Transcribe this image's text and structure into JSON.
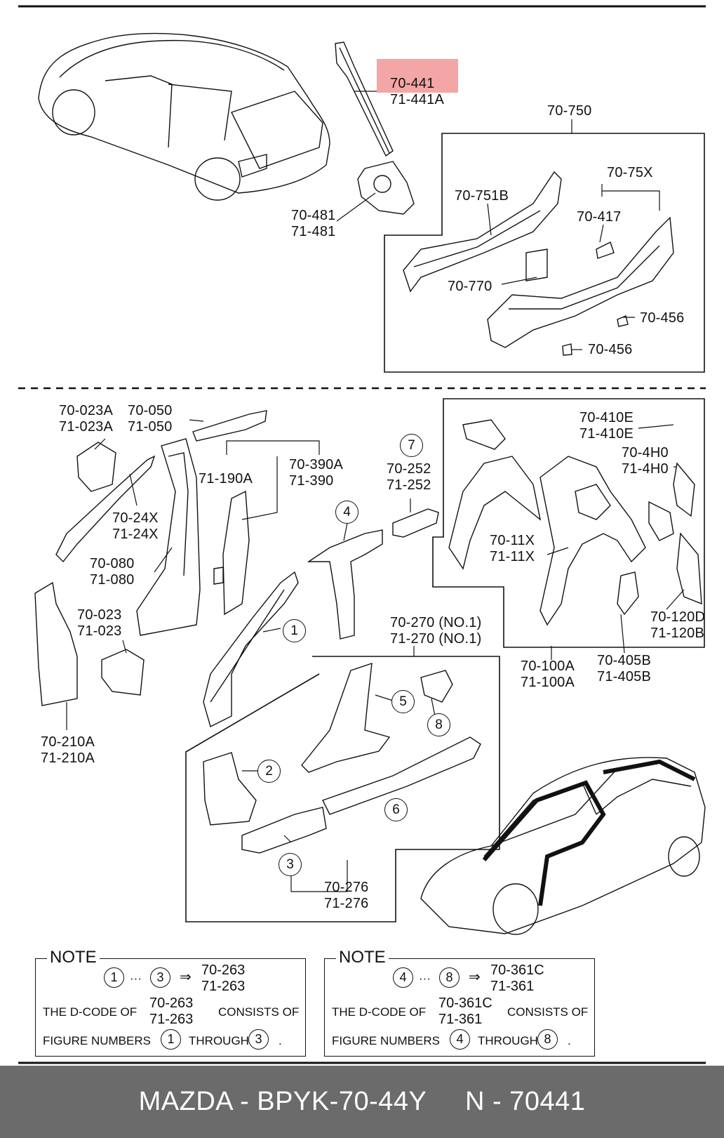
{
  "colors": {
    "highlight": "#f4a5a5",
    "footer_bg": "#6b6b6b",
    "footer_text": "#ffffff",
    "line": "#111111"
  },
  "labels": {
    "p70_441": [
      "70-441",
      "71-441A"
    ],
    "p70_750": [
      "70-750"
    ],
    "p70_481": [
      "70-481",
      "71-481"
    ],
    "p70_751b": [
      "70-751B"
    ],
    "p70_75x": [
      "70-75X"
    ],
    "p70_417": [
      "70-417"
    ],
    "p70_770": [
      "70-770"
    ],
    "p70_456a": [
      "70-456"
    ],
    "p70_456b": [
      "70-456"
    ],
    "p70_023a": [
      "70-023A",
      "71-023A"
    ],
    "p70_050": [
      "70-050",
      "71-050"
    ],
    "p71_190a": [
      "71-190A"
    ],
    "p70_390a": [
      "70-390A",
      "71-390"
    ],
    "p70_24x": [
      "70-24X",
      "71-24X"
    ],
    "p70_080": [
      "70-080",
      "71-080"
    ],
    "p70_023": [
      "70-023",
      "71-023"
    ],
    "p70_210a": [
      "70-210A",
      "71-210A"
    ],
    "p70_252": [
      "70-252",
      "71-252"
    ],
    "p70_410e": [
      "70-410E",
      "71-410E"
    ],
    "p70_4h0": [
      "70-4H0",
      "71-4H0"
    ],
    "p70_11x": [
      "70-11X",
      "71-11X"
    ],
    "p70_120d": [
      "70-120D",
      "71-120B"
    ],
    "p70_100a": [
      "70-100A",
      "71-100A"
    ],
    "p70_405b": [
      "70-405B",
      "71-405B"
    ],
    "p70_270": [
      "70-270 (NO.1)",
      "71-270 (NO.1)"
    ],
    "p70_276": [
      "70-276",
      "71-276"
    ]
  },
  "callouts": [
    "1",
    "2",
    "3",
    "4",
    "5",
    "6",
    "7",
    "8"
  ],
  "notes": [
    {
      "title": "NOTE",
      "from": "1",
      "to": "3",
      "dots": "···",
      "arrow": "⇒",
      "codes": [
        "70-263",
        "71-263"
      ],
      "line2_prefix": "THE D-CODE OF",
      "line2_suffix": "CONSISTS OF",
      "line3_prefix": "FIGURE NUMBERS",
      "line3_mid": "THROUGH",
      "line3_end": "."
    },
    {
      "title": "NOTE",
      "from": "4",
      "to": "8",
      "dots": "···",
      "arrow": "⇒",
      "codes": [
        "70-361C",
        "71-361"
      ],
      "line2_prefix": "THE D-CODE OF",
      "line2_suffix": "CONSISTS OF",
      "line3_prefix": "FIGURE NUMBERS",
      "line3_mid": "THROUGH",
      "line3_end": "."
    }
  ],
  "footer": {
    "text": "MAZDA - BPYK-70-44Y     N - 70441"
  }
}
